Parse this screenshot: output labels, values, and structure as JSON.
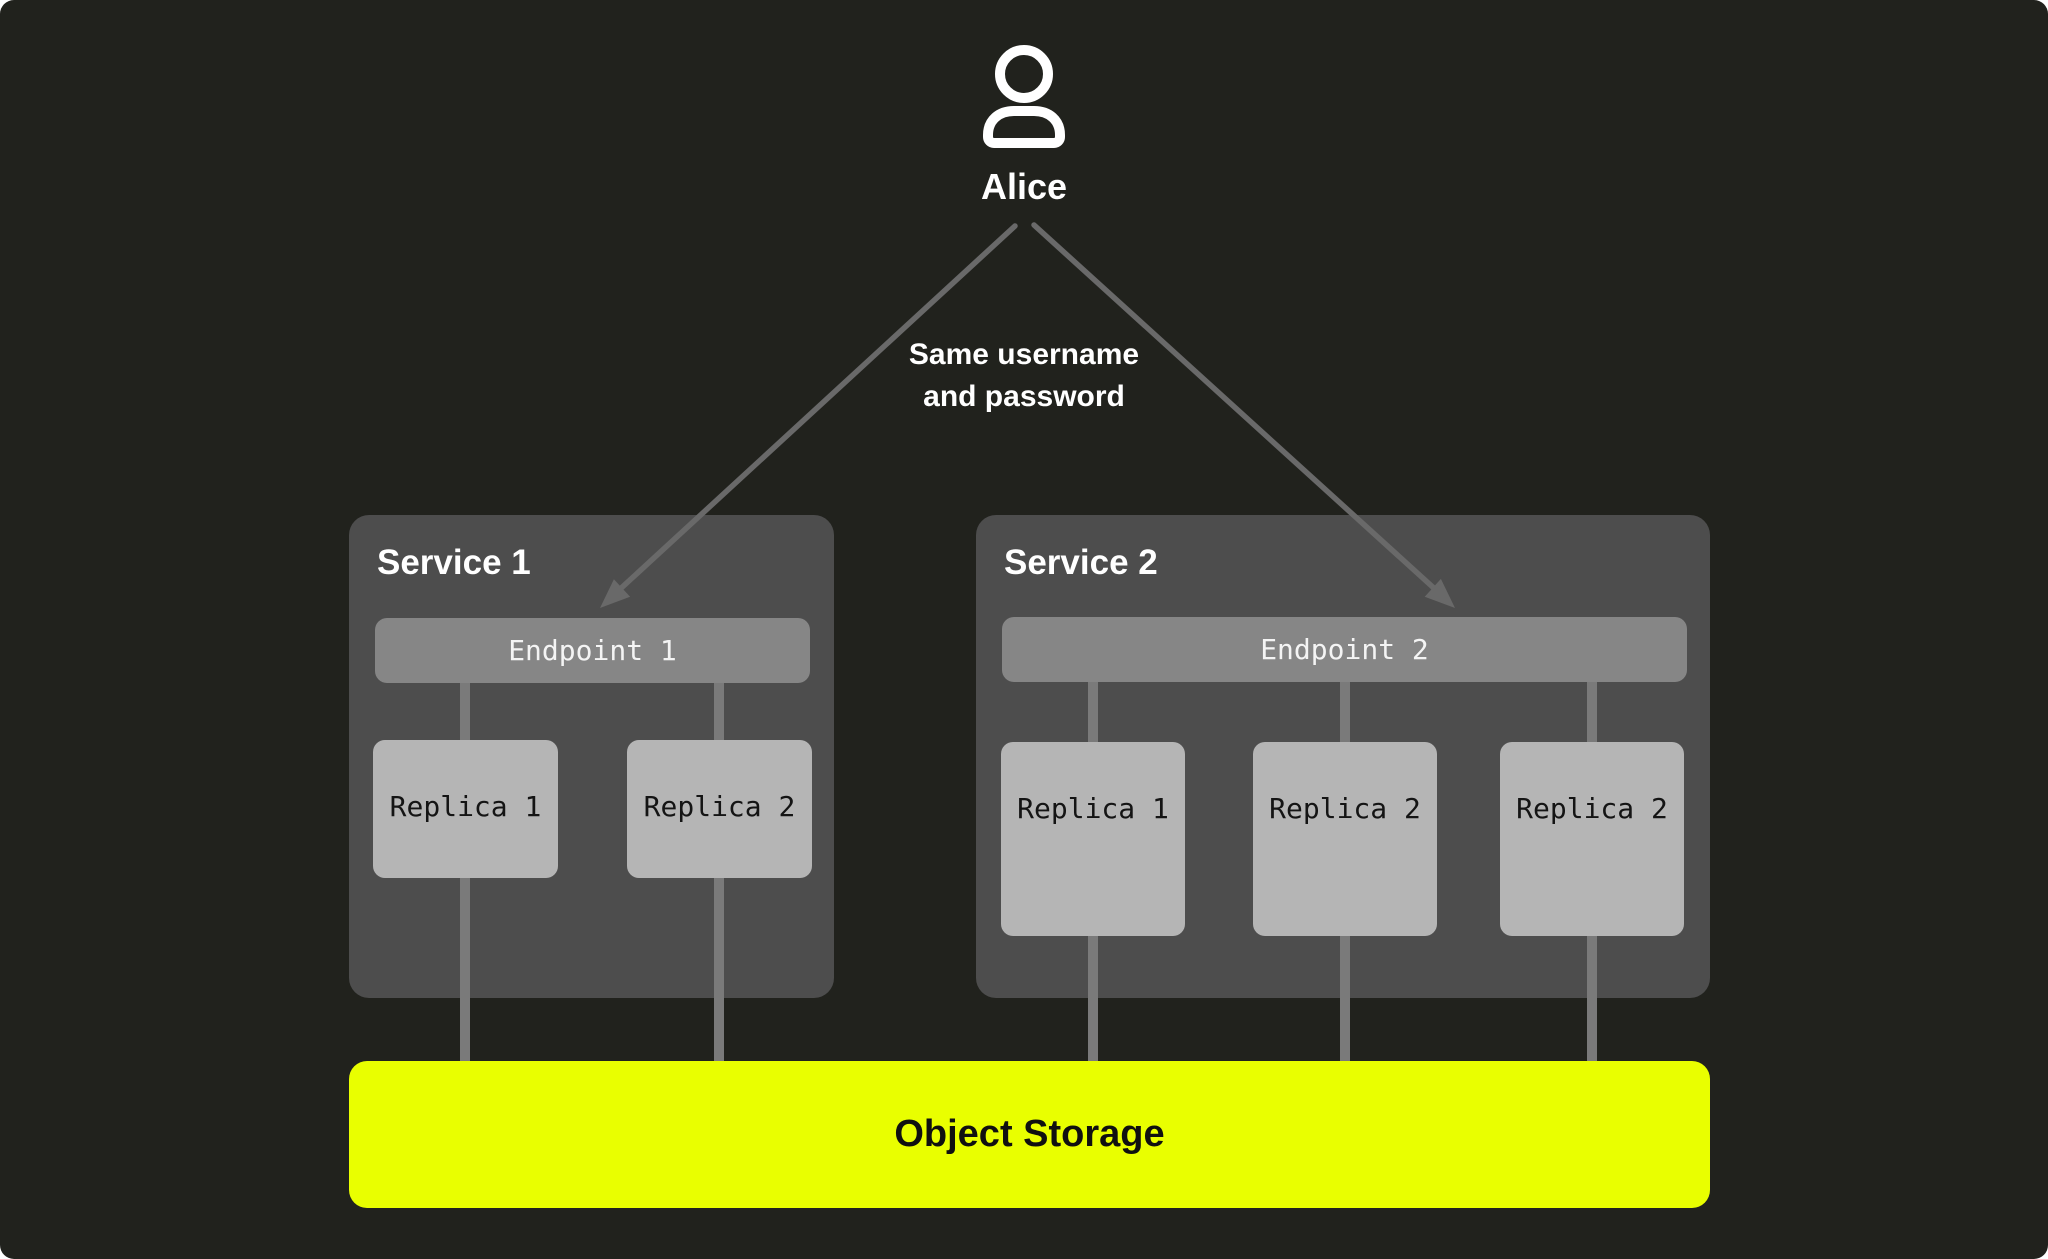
{
  "user": {
    "label": "Alice",
    "icon": "user-icon"
  },
  "edge_label": {
    "line1": "Same username",
    "line2": "and password"
  },
  "services": [
    {
      "title": "Service 1",
      "endpoint": "Endpoint 1",
      "replicas": [
        "Replica 1",
        "Replica 2"
      ]
    },
    {
      "title": "Service 2",
      "endpoint": "Endpoint 2",
      "replicas": [
        "Replica 1",
        "Replica 2",
        "Replica 2"
      ]
    }
  ],
  "storage": {
    "label": "Object Storage"
  },
  "colors": {
    "background": "#21221d",
    "service_box": "#4d4d4d",
    "endpoint": "#868686",
    "replica": "#b5b5b5",
    "connector": "#7a7a7a",
    "arrow": "#696969",
    "storage": "#e9ff00",
    "text_light": "#ffffff",
    "text_dark": "#141414"
  }
}
